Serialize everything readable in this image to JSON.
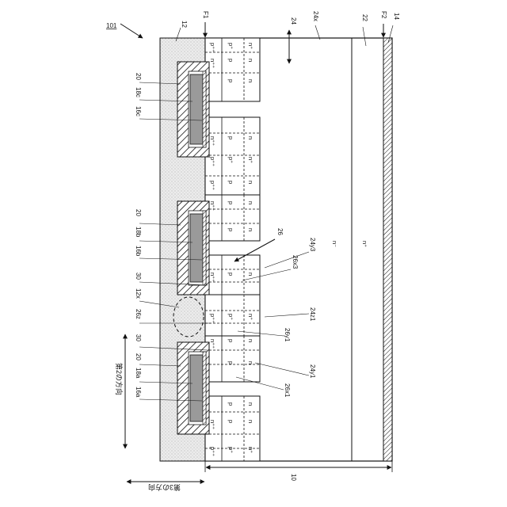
{
  "figure_number": "101",
  "colors": {
    "stroke": "#111111",
    "insulator_fill": "#e6e6e6",
    "electrode_hatch": "#111111",
    "gate_fill": "#9a9a9a",
    "background": "#ffffff"
  },
  "icons": [
    "arrow-icon",
    "double-arrow-icon",
    "circle-marker-icon"
  ],
  "labels": {
    "insulator_12": "12",
    "face_f1": "F1",
    "layer_24": "24",
    "layer_24x": "24x",
    "layer_22": "22",
    "face_f2": "F2",
    "electrode_14": "14",
    "gate_20_c": "20",
    "gate_18c": "18c",
    "gate_16c": "16c",
    "gate_20_b": "20",
    "gate_18b": "18b",
    "gate_16b": "16b",
    "gate_30_b": "30",
    "region_12x": "12x",
    "region_26z": "26z",
    "gate_30_a": "30",
    "gate_20_a": "20",
    "gate_18a": "18a",
    "gate_16a": "16a",
    "region_26": "26",
    "region_24y3": "24y3",
    "region_26x3": "26x3",
    "region_24z1": "24z1",
    "region_26y1": "26y1",
    "region_24y1": "24y1",
    "region_26x1": "26x1",
    "substrate_10": "10",
    "doping_n_minus": "n⁻",
    "doping_n_plus": "n⁺"
  },
  "directions": {
    "second_direction": "第2の方向",
    "third_direction": "第3の方向"
  },
  "doping": {
    "ppp": "p⁺⁺",
    "npp": "n⁺⁺",
    "pp": "p⁺",
    "np": "n⁺",
    "p": "p",
    "n": "n"
  }
}
